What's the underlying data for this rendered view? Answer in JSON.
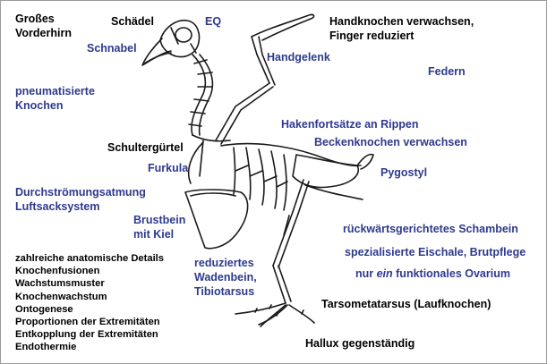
{
  "colors": {
    "label_blue": "#2e3a8c",
    "label_black": "#000000",
    "drawing": "#1a1a1a",
    "border": "#9a9a9a"
  },
  "labels": {
    "grosses_vorderhirn": "Großes\nVorderhirn",
    "schaedel": "Schädel",
    "eq": "EQ",
    "schnabel": "Schnabel",
    "handknochen": "Handknochen verwachsen,\nFinger reduziert",
    "handgelenk": "Handgelenk",
    "federn": "Federn",
    "pneumatisierte": "pneumatisierte\nKnochen",
    "hakenfortsaetze": "Hakenfortsätze an Rippen",
    "beckenknochen": "Beckenknochen verwachsen",
    "schulterguertel": "Schultergürtel",
    "furkula": "Furkula",
    "pygostyl": "Pygostyl",
    "durchstroemung": "Durchströmungsatmung\nLuftsacksystem",
    "brustbein": "Brustbein\nmit Kiel",
    "schambein": "rückwärtsgerichtetes Schambein",
    "eischale": "spezialisierte Eischale, Brutpflege",
    "ovarium_pre": "nur ",
    "ovarium_em": "ein",
    "ovarium_post": " funktionales Ovarium",
    "anatomie_list": "zahlreiche anatomische Details\nKnochenfusionen\nWachstumsmuster\nKnochenwachstum\nOntogenese\nProportionen der Extremitäten\nEntkopplung der Extremitäten\nEndothermie",
    "wadenbein": "reduziertes\nWadenbein,\nTibiotarsus",
    "tarsometatarsus": "Tarsometatarsus (Laufknochen)",
    "hallux": "Hallux gegenständig"
  }
}
